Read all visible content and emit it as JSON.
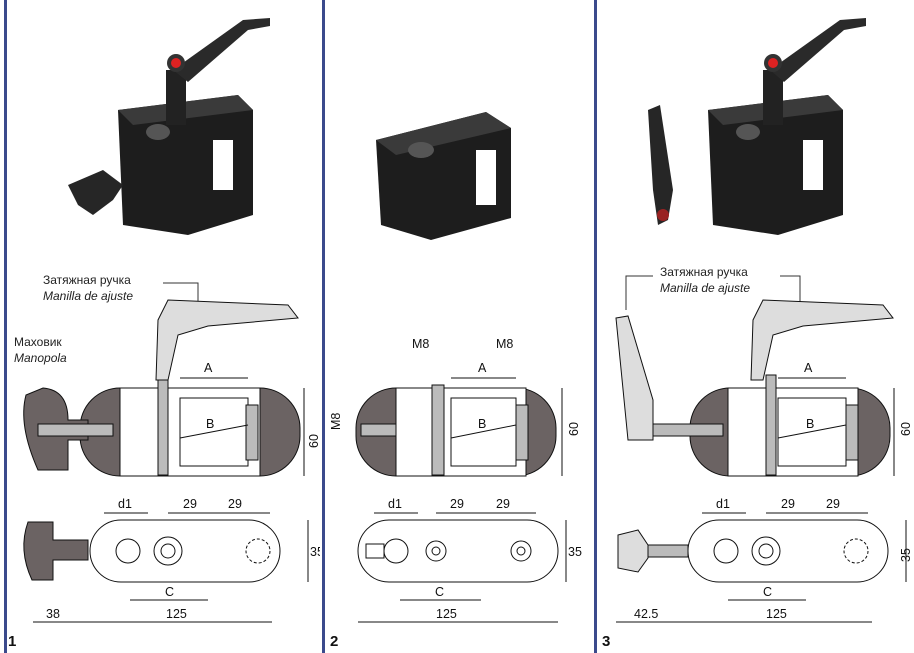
{
  "panels": [
    {
      "number": "1",
      "handle_label_ru": "Затяжная ручка",
      "handle_label_es": "Manilla de ajuste",
      "knob_label_ru": "Маховик",
      "knob_label_es": "Manopola",
      "dims": {
        "A": "A",
        "B": "B",
        "height": "60",
        "d1": "d1",
        "w1": "29",
        "w2": "29",
        "thick": "35",
        "C": "C",
        "len": "125",
        "ext": "38"
      }
    },
    {
      "number": "2",
      "dims": {
        "m8_left": "M8",
        "m8_right": "M8",
        "m8_side": "M8",
        "A": "A",
        "B": "B",
        "height": "60",
        "d1": "d1",
        "w1": "29",
        "w2": "29",
        "thick": "35",
        "C": "C",
        "len": "125"
      }
    },
    {
      "number": "3",
      "handle_label_ru": "Затяжная ручка",
      "handle_label_es": "Manilla de ajuste",
      "dims": {
        "A": "A",
        "B": "B",
        "height": "60",
        "d1": "d1",
        "w1": "29",
        "w2": "29",
        "thick": "35",
        "C": "C",
        "len": "125",
        "ext": "42.5"
      }
    }
  ]
}
